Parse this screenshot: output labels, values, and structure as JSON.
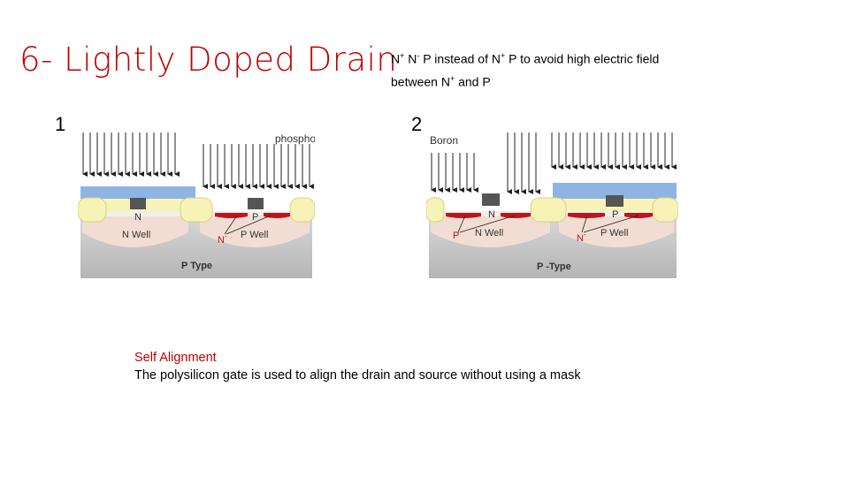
{
  "slide": {
    "title": "6- Lightly Doped Drain",
    "note": {
      "line1": {
        "a": "N",
        "sup_a": "+",
        "b": " N",
        "sup_b": "-",
        "c": " P instead of N",
        "sup_c": "+",
        "d": " P to avoid high electric field"
      },
      "line2": {
        "a": "between N",
        "sup_a": "+",
        "b": "  and P"
      }
    },
    "caption": {
      "heading": "Self Alignment",
      "body": "The polysilicon gate is used to align the drain and source without using a mask"
    }
  },
  "diagram1": {
    "number": "1",
    "implant_label": "phosphorus",
    "n_label": "N",
    "p_label": "P",
    "n_minus_label": "N",
    "n_minus_sup": "-",
    "n_well_label": "N Well",
    "p_well_label": "P Well",
    "substrate_label": "P  Type"
  },
  "diagram2": {
    "number": "2",
    "implant_label": "Boron",
    "n_label": "N",
    "p_label": "P",
    "p_minus_label": "P",
    "p_minus_sup": "-",
    "n_minus_label": "N",
    "n_minus_sup": "-",
    "n_well_label": "N Well",
    "p_well_label": "P Well",
    "substrate_label": "P -Type"
  },
  "colors": {
    "title_red": "#c00000",
    "oxide": "#f7f3b6",
    "photoresist": "#8fb4e3",
    "gate": "#555555",
    "well": "#f1ddd3",
    "substrate": "#c8c8c8",
    "implant_red": "#c0141a"
  }
}
